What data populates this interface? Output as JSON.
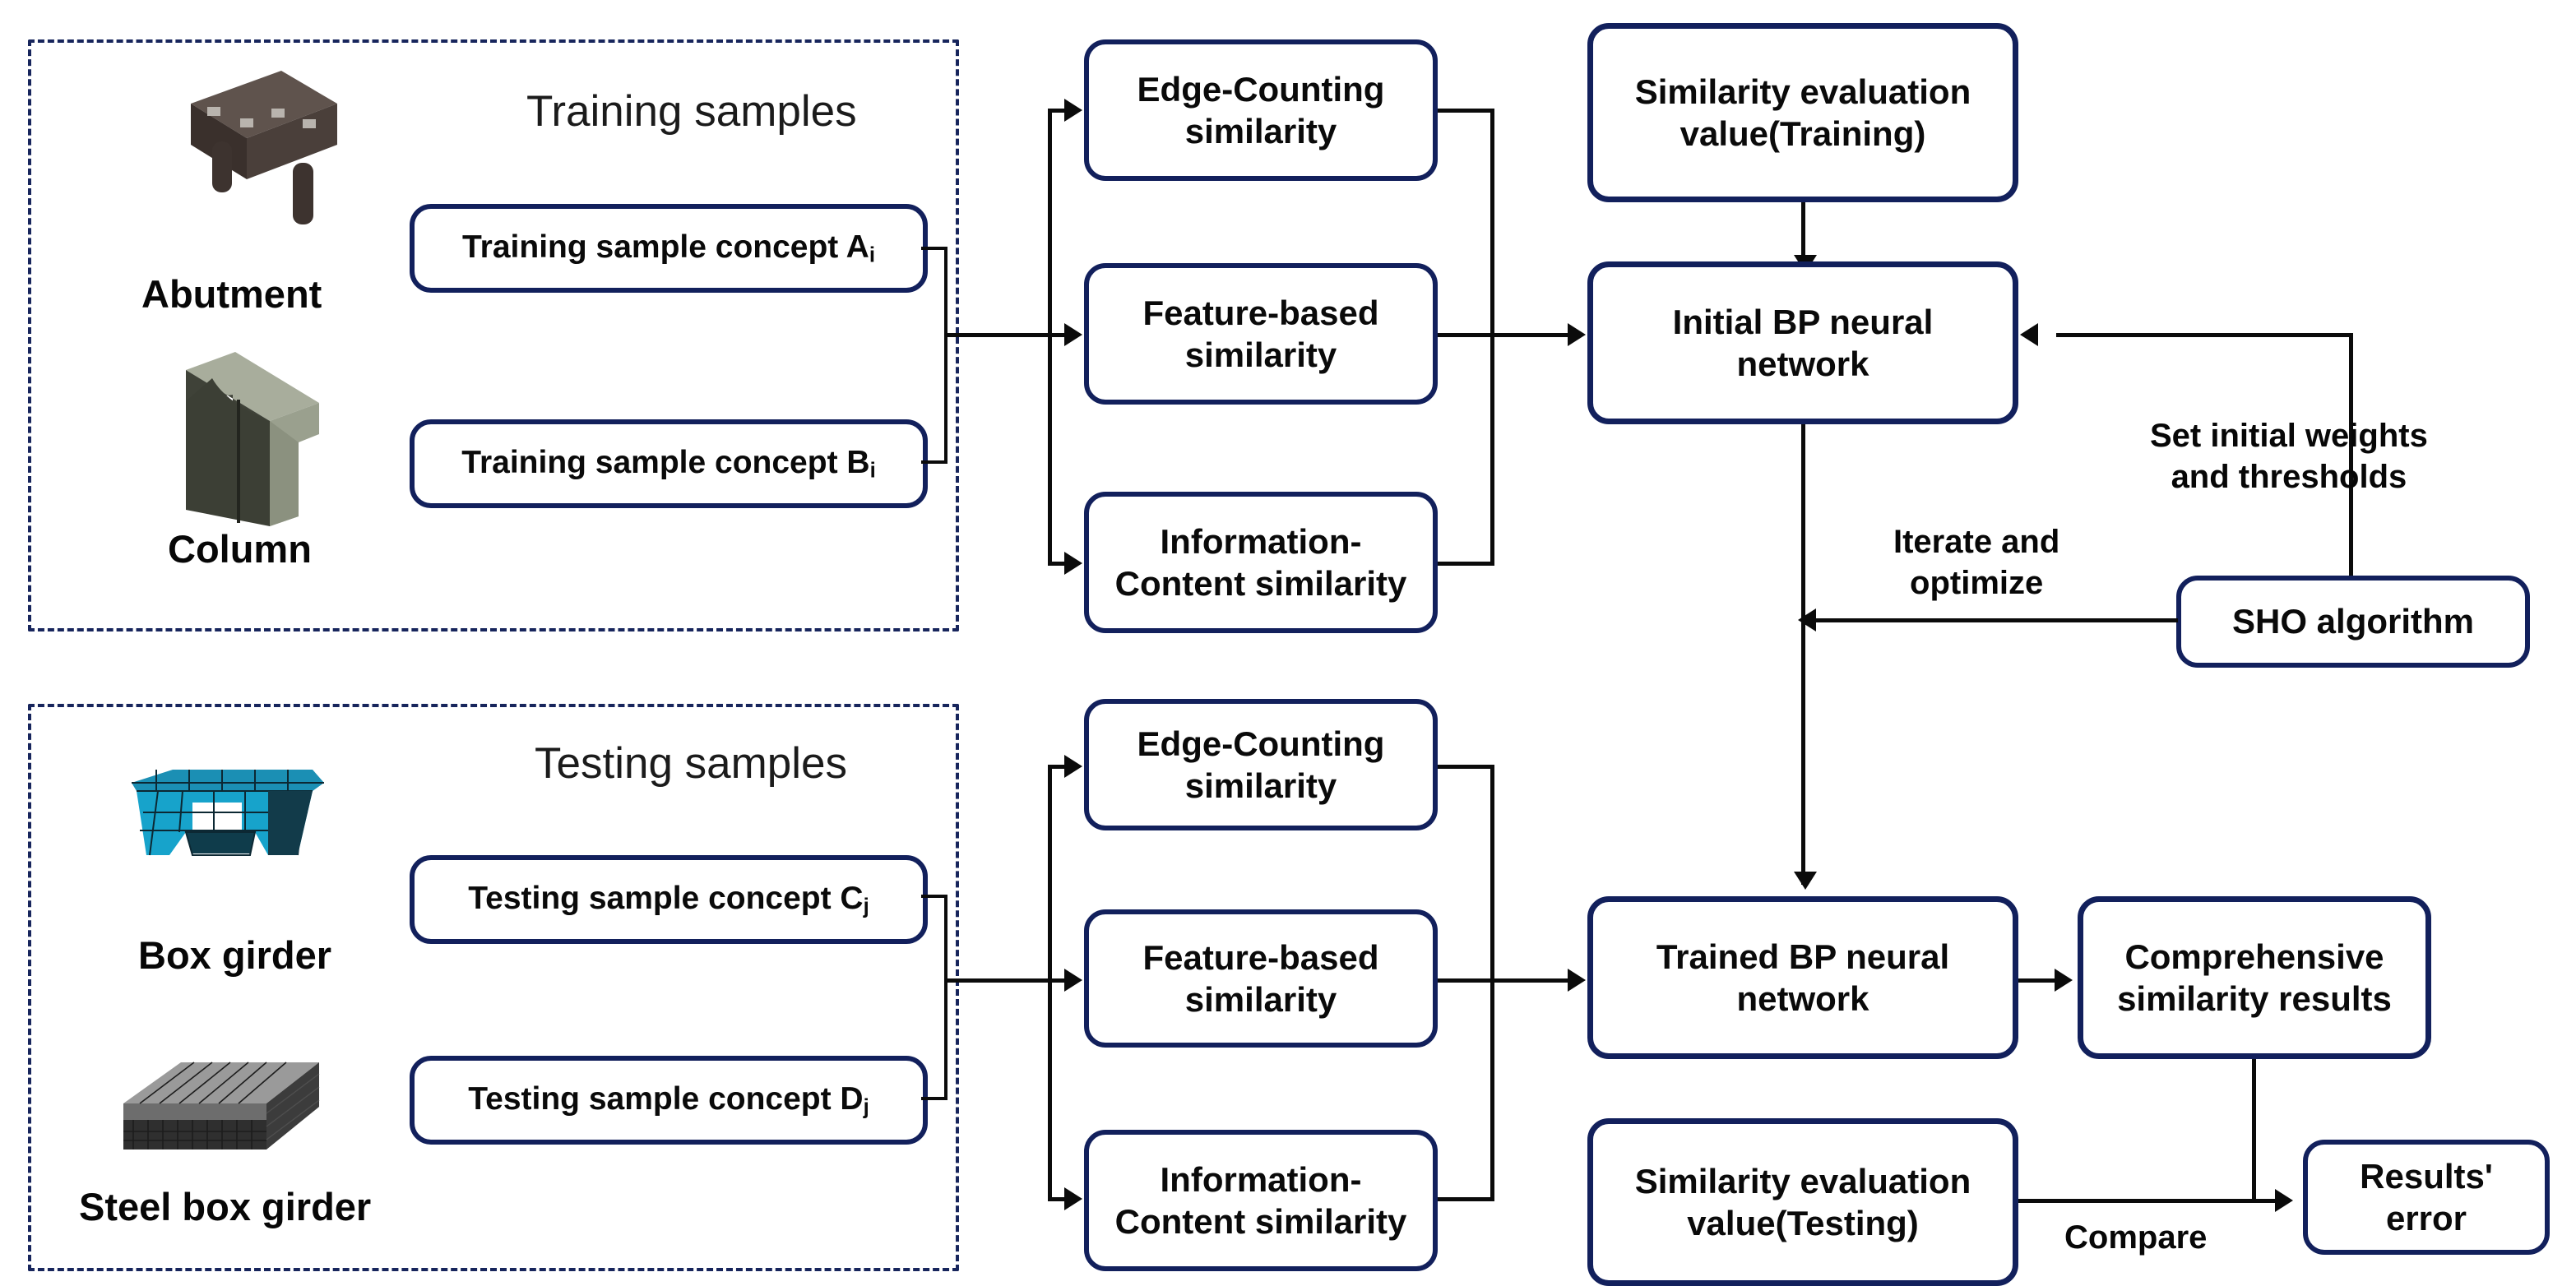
{
  "groups": {
    "training": {
      "title": "Training samples",
      "objects": [
        {
          "label": "Abutment",
          "icon": "abutment-3d-model"
        },
        {
          "label": "Column",
          "icon": "column-3d-model"
        }
      ],
      "concepts": [
        {
          "text": "Training sample concept A",
          "sub": "i"
        },
        {
          "text": "Training sample concept B",
          "sub": "i"
        }
      ]
    },
    "testing": {
      "title": "Testing samples",
      "objects": [
        {
          "label": "Box girder",
          "icon": "box-girder-3d-model"
        },
        {
          "label": "Steel box girder",
          "icon": "steel-box-girder-3d-model"
        }
      ],
      "concepts": [
        {
          "text": "Testing sample concept C",
          "sub": "j"
        },
        {
          "text": "Testing sample concept D",
          "sub": "j"
        }
      ]
    }
  },
  "similarity_top": [
    {
      "line1": "Edge-Counting",
      "line2": "similarity"
    },
    {
      "line1": "Feature-based",
      "line2": "similarity"
    },
    {
      "line1": "Information-",
      "line2": "Content similarity"
    }
  ],
  "similarity_bottom": [
    {
      "line1": "Edge-Counting",
      "line2": "similarity"
    },
    {
      "line1": "Feature-based",
      "line2": "similarity"
    },
    {
      "line1": "Information-",
      "line2": "Content similarity"
    }
  ],
  "nodes": {
    "sim_eval_training": {
      "line1": "Similarity evaluation",
      "line2": "value(Training)"
    },
    "initial_bp": {
      "line1": "Initial BP neural",
      "line2": "network"
    },
    "sho": {
      "line1": "SHO algorithm"
    },
    "trained_bp": {
      "line1": "Trained BP neural",
      "line2": "network"
    },
    "comprehensive": {
      "line1": "Comprehensive",
      "line2": "similarity results"
    },
    "sim_eval_testing": {
      "line1": "Similarity evaluation",
      "line2": "value(Testing)"
    },
    "results_error": {
      "line1": "Results' error"
    }
  },
  "edge_labels": {
    "set_weights": {
      "line1": "Set  initial weights",
      "line2": "and thresholds"
    },
    "iterate": {
      "line1": "Iterate and",
      "line2": "optimize"
    },
    "compare": {
      "line1": "Compare"
    }
  },
  "colors": {
    "box_border": "#12205c",
    "group_border": "#17255c",
    "connector": "#0b0b0b",
    "abutment_fill": "#473c38",
    "column_fill": "#8e9484",
    "box_girder_fill": "#1597bd",
    "steel_girder_fill": "#3a3a3a"
  }
}
